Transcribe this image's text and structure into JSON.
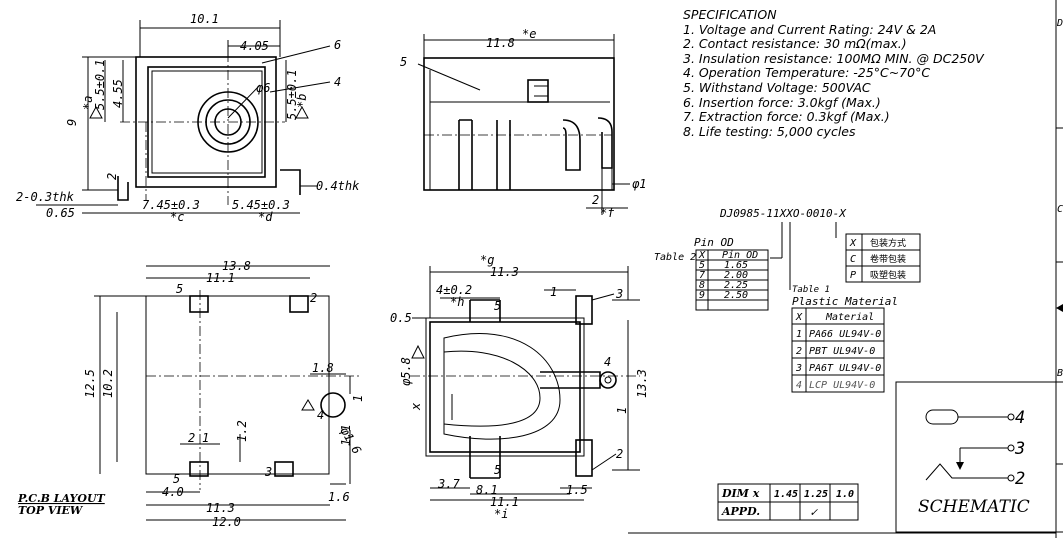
{
  "specification": {
    "title": "SPECIFICATION",
    "items": [
      "1. Voltage and Current Rating: 24V & 2A",
      "2. Contact resistance: 30 mΩ(max.)",
      "3. Insulation resistance:  100MΩ MIN. @ DC250V",
      "4. Operation Temperature: -25°C~70°C",
      "5. Withstand Voltage: 500VAC",
      "6. Insertion force: 3.0kgf (Max.)",
      "7. Extraction force: 0.3kgf (Max.)",
      "8. Life testing: 5,000 cycles"
    ]
  },
  "part_number": "DJ0985-11XXO-0010-X",
  "pin_od_table": {
    "caption": "Table 2",
    "title": "Pin OD",
    "headers": [
      "X",
      "Pin OD"
    ],
    "rows": [
      [
        "5",
        "1.65"
      ],
      [
        "7",
        "2.00"
      ],
      [
        "8",
        "2.25"
      ],
      [
        "9",
        "2.50"
      ]
    ]
  },
  "packing_table": {
    "rows": [
      [
        "X",
        "包装方式"
      ],
      [
        "C",
        "卷带包装"
      ],
      [
        "P",
        "吸塑包装"
      ]
    ]
  },
  "material_table": {
    "caption": "Table 1",
    "title": "Plastic Material",
    "headers": [
      "X",
      "Material"
    ],
    "rows": [
      [
        "1",
        "PA66  UL94V-0"
      ],
      [
        "2",
        "PBT  UL94V-0"
      ],
      [
        "3",
        "PA6T  UL94V-0"
      ],
      [
        "4",
        "LCP   UL94V-0"
      ]
    ]
  },
  "dim_table": {
    "row1": [
      "DIM  x",
      "1.45",
      "1.25",
      "1.0"
    ],
    "row2": [
      "APPD.",
      "",
      "✓",
      ""
    ]
  },
  "schematic": {
    "title": "SCHEMATIC",
    "pins": [
      "4",
      "3",
      "2"
    ]
  },
  "pcb_label": {
    "line1": "P.C.B LAYOUT",
    "line2": "TOP VIEW"
  },
  "border_letters": [
    "D",
    "C",
    "B"
  ],
  "dims": {
    "top_front": {
      "w": "10.1",
      "w2": "4.05",
      "call6": "6",
      "call4": "4",
      "phi": "φ6",
      "h": "9",
      "a1": "*a",
      "a_val": "5.5±0.1",
      "a_val2": "4.55",
      "b1": "*b",
      "b_val": "5.5±0.1",
      "two": "2",
      "thk": "2-0.3thk",
      "thk2": "0.4thk",
      "pitch": "0.65",
      "c_val": "7.45±0.3",
      "c": "*c",
      "d_val": "5.45±0.3",
      "d": "*d"
    },
    "top_side": {
      "w": "11.8",
      "e": "*e",
      "call5": "5",
      "two": "2",
      "f": "*f",
      "phi1": "φ1"
    },
    "pcb": {
      "w1": "13.8",
      "w2": "11.1",
      "h1": "12.5",
      "h2": "10.2",
      "d18": "1.8",
      "n5a": "5",
      "n2": "2",
      "n4": "4",
      "n5b": "5",
      "n3": "3",
      "phi16": "φ1.6",
      "v1": "1",
      "v11": "1.1",
      "v12": "1.2",
      "n2b": "2",
      "n1b": "1",
      "b40": "4.0",
      "b16": "1.6",
      "b113": "11.3",
      "b120": "12.0"
    },
    "section": {
      "g": "*g",
      "w": "11.3",
      "w2": "4±0.2",
      "h": "*h",
      "call5": "5",
      "call1": "1",
      "call3": "3",
      "p05": "0.5",
      "phi58": "φ5.8",
      "x": "x",
      "call4": "4",
      "v1": "1",
      "v133": "13.3",
      "call2": "2",
      "call5b": "5",
      "b37": "3.7",
      "b81": "8.1",
      "b111": "11.1",
      "i": "*i",
      "b15": "1.5"
    }
  }
}
